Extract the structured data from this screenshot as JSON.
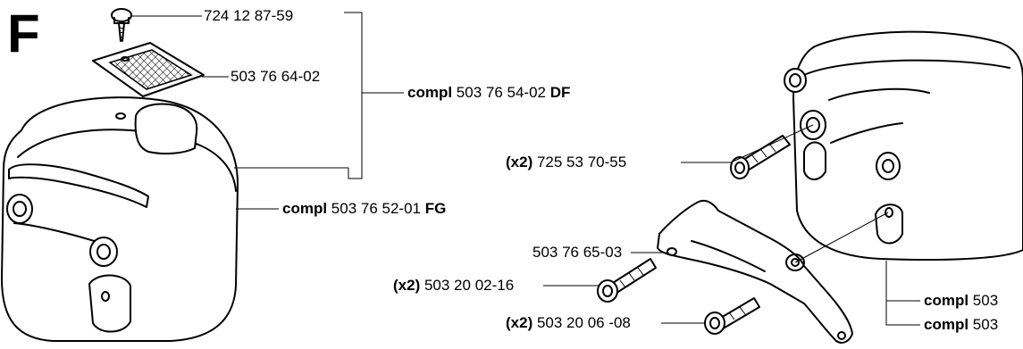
{
  "section_letter": "F",
  "labels": {
    "screw_top": {
      "text": "724 12 87-59"
    },
    "screen": {
      "text": "503 76 64-02"
    },
    "compl_df": {
      "prefix": "compl",
      "text": "503 76 54-02",
      "suffix": "DF"
    },
    "compl_fg": {
      "prefix": "compl",
      "text": "503 76 52-01",
      "suffix": "FG"
    },
    "screw_x2_725": {
      "prefix": "(x2)",
      "text": "725 53 70-55"
    },
    "bracket": {
      "text": "503 76 65-03"
    },
    "bolt_x2_0216": {
      "prefix": "(x2)",
      "text": "503 20 02-16"
    },
    "bolt_x2_0608": {
      "prefix": "(x2)",
      "text": "503 20 06 -08"
    },
    "compl_right_1": {
      "prefix": "compl",
      "text": "503"
    },
    "compl_right_2": {
      "prefix": "compl",
      "text": "503"
    }
  }
}
